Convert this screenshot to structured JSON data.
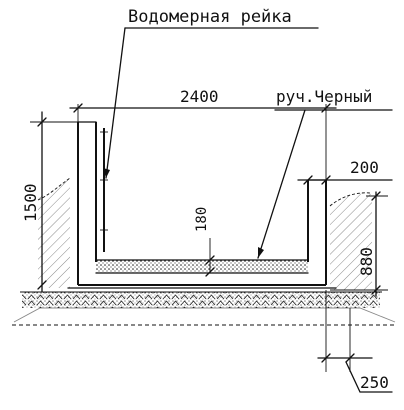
{
  "labels": {
    "gauge_label": "Водомерная рейка",
    "lining_label": "руч.Черный",
    "dim_width": "2400",
    "dim_height_left": "1500",
    "dim_bottom_layer": "180",
    "dim_berm": "200",
    "dim_right_depth": "880",
    "dim_base": "250"
  },
  "colors": {
    "ink": "#111111",
    "paper": "#ffffff"
  }
}
